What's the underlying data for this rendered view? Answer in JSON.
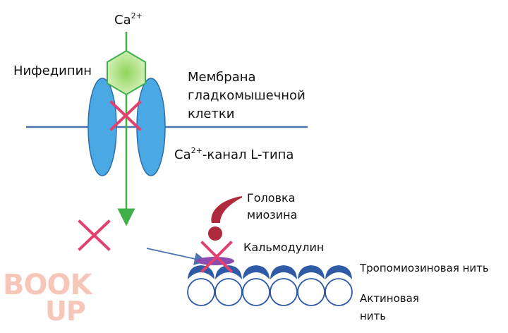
{
  "labels": {
    "ca_top_base": "Ca",
    "ca_top_sup": "2+",
    "nifedipine": "Нифедипин",
    "membrane_line1": "Мембрана",
    "membrane_line2": "гладкомышечной",
    "membrane_line3": "клетки",
    "channel_base": "Ca",
    "channel_sup": "2+",
    "channel_rest": "-канал L-типа",
    "myosin_head_line1": "Головка",
    "myosin_head_line2": "миозина",
    "calmodulin": "Кальмодулин",
    "tropomyosin": "Тропомиозиновая нить",
    "actin_line1": "Актиновая",
    "actin_line2": "нить"
  },
  "watermark": {
    "line1": "BOOK",
    "line2": "UP"
  },
  "colors": {
    "channel_fill": "#4aa8e4",
    "channel_stroke": "#2e6fa6",
    "membrane_line": "#4a74b0",
    "hexagon_stroke": "#3fb04a",
    "hexagon_fill": "#b7e590",
    "arrow_green": "#3fb04a",
    "cross": "#e0416f",
    "myosin": "#b02a3e",
    "calmodulin": "#8a4cb0",
    "tropomyosin": "#2e5aa6",
    "actin_stroke": "#2e5aa6",
    "pointer_arrow": "#4a74b0",
    "watermark": "#f4b9a8"
  }
}
